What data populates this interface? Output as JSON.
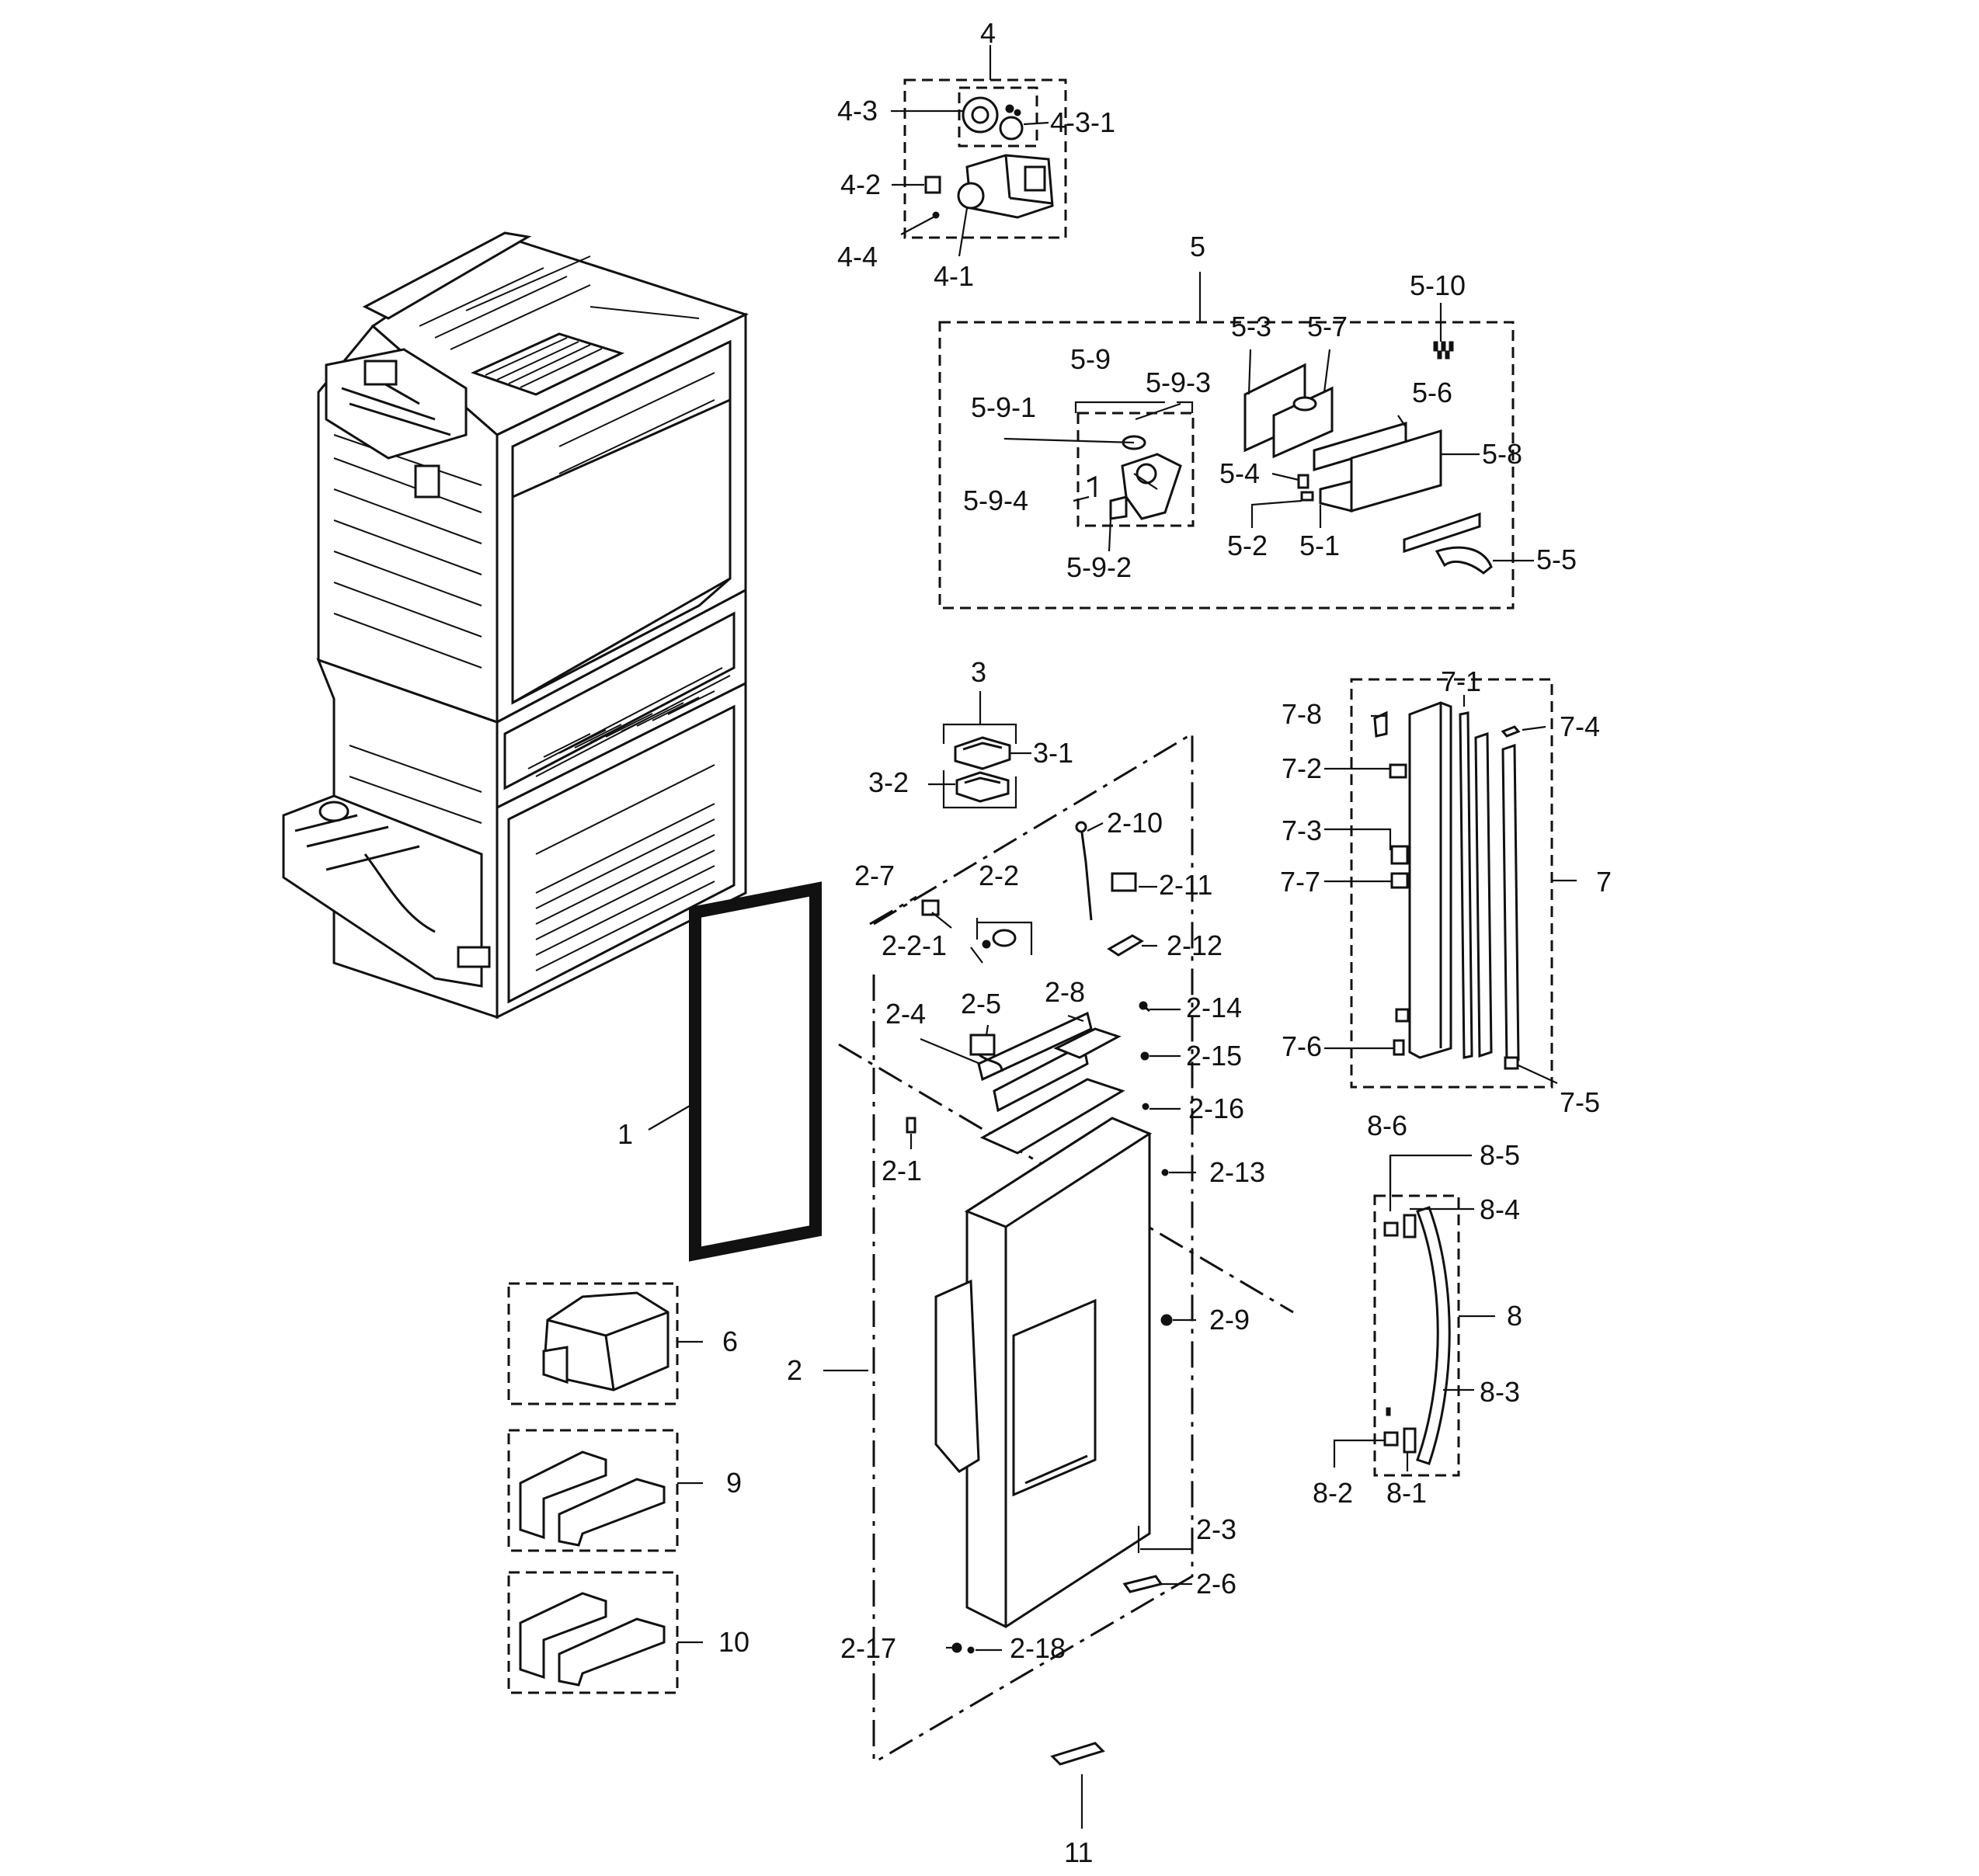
{
  "labels": {
    "l4": "4",
    "l4_3": "4-3",
    "l4_3_1": "4-3-1",
    "l4_2": "4-2",
    "l4_4": "4-4",
    "l4_1": "4-1",
    "l5": "5",
    "l5_10": "5-10",
    "l5_3": "5-3",
    "l5_7": "5-7",
    "l5_9": "5-9",
    "l5_9_3": "5-9-3",
    "l5_9_1": "5-9-1",
    "l5_6": "5-6",
    "l5_8": "5-8",
    "l5_4": "5-4",
    "l5_9_4": "5-9-4",
    "l5_2": "5-2",
    "l5_1": "5-1",
    "l5_5": "5-5",
    "l5_9_2": "5-9-2",
    "l3": "3",
    "l3_1": "3-1",
    "l3_2": "3-2",
    "l2_10": "2-10",
    "l2_7": "2-7",
    "l2_2": "2-2",
    "l2_11": "2-11",
    "l2_2_1": "2-2-1",
    "l2_12": "2-12",
    "l2_8": "2-8",
    "l2_5": "2-5",
    "l2_14": "2-14",
    "l2_4": "2-4",
    "l2_15": "2-15",
    "l2_16": "2-16",
    "l2_1": "2-1",
    "l2_13": "2-13",
    "l2_9": "2-9",
    "l2": "2",
    "l2_3": "2-3",
    "l2_6": "2-6",
    "l2_17": "2-17",
    "l2_18": "2-18",
    "l1": "1",
    "l6": "6",
    "l9": "9",
    "l10": "10",
    "l11": "11",
    "l7_1": "7-1",
    "l7_8": "7-8",
    "l7_4": "7-4",
    "l7_2": "7-2",
    "l7_3": "7-3",
    "l7": "7",
    "l7_7": "7-7",
    "l7_6": "7-6",
    "l7_5": "7-5",
    "l8_6": "8-6",
    "l8_5": "8-5",
    "l8_4": "8-4",
    "l8": "8",
    "l8_3": "8-3",
    "l8_2": "8-2",
    "l8_1": "8-1"
  }
}
